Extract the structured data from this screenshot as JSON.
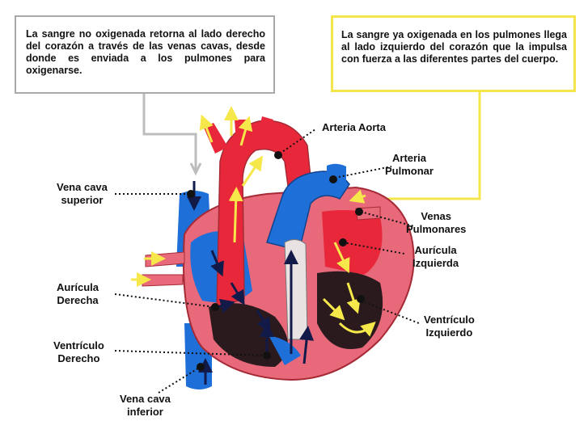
{
  "boxes": {
    "deoxygenated": "La sangre no oxigenada retorna al lado derecho del corazón a través de las venas cavas, desde donde es enviada a los pulmones para oxigenarse.",
    "oxygenated": "La sangre ya oxigenada en los pulmones llega al lado izquierdo del corazón que la impulsa con fuerza a las diferentes partes del cuerpo."
  },
  "labels": {
    "aorta": "Arteria Aorta",
    "pulmonary_artery": [
      "Arteria",
      "Pulmonar"
    ],
    "pulmonary_veins": [
      "Venas",
      "Pulmonares"
    ],
    "left_atrium": [
      "Aurícula",
      "Izquierda"
    ],
    "left_ventricle": [
      "Ventrículo",
      "Izquierdo"
    ],
    "superior_vena_cava": [
      "Vena cava",
      "superior"
    ],
    "right_atrium": [
      "Aurícula",
      "Derecha"
    ],
    "right_ventricle": [
      "Ventrículo",
      "Derecho"
    ],
    "inferior_vena_cava": [
      "Vena cava",
      "inferior"
    ]
  },
  "colors": {
    "oxygenated_blood": "#e8283a",
    "deoxygenated_blood": "#1f6fd8",
    "muscle": "#e7697a",
    "chamber_dark": "#2a1a1e",
    "flow_arrow_oxygenated": "#f6e84a",
    "flow_arrow_deoxygenated": "#121a4a",
    "left_box_border": "#a9a9a9",
    "right_box_border": "#f4e64a"
  }
}
